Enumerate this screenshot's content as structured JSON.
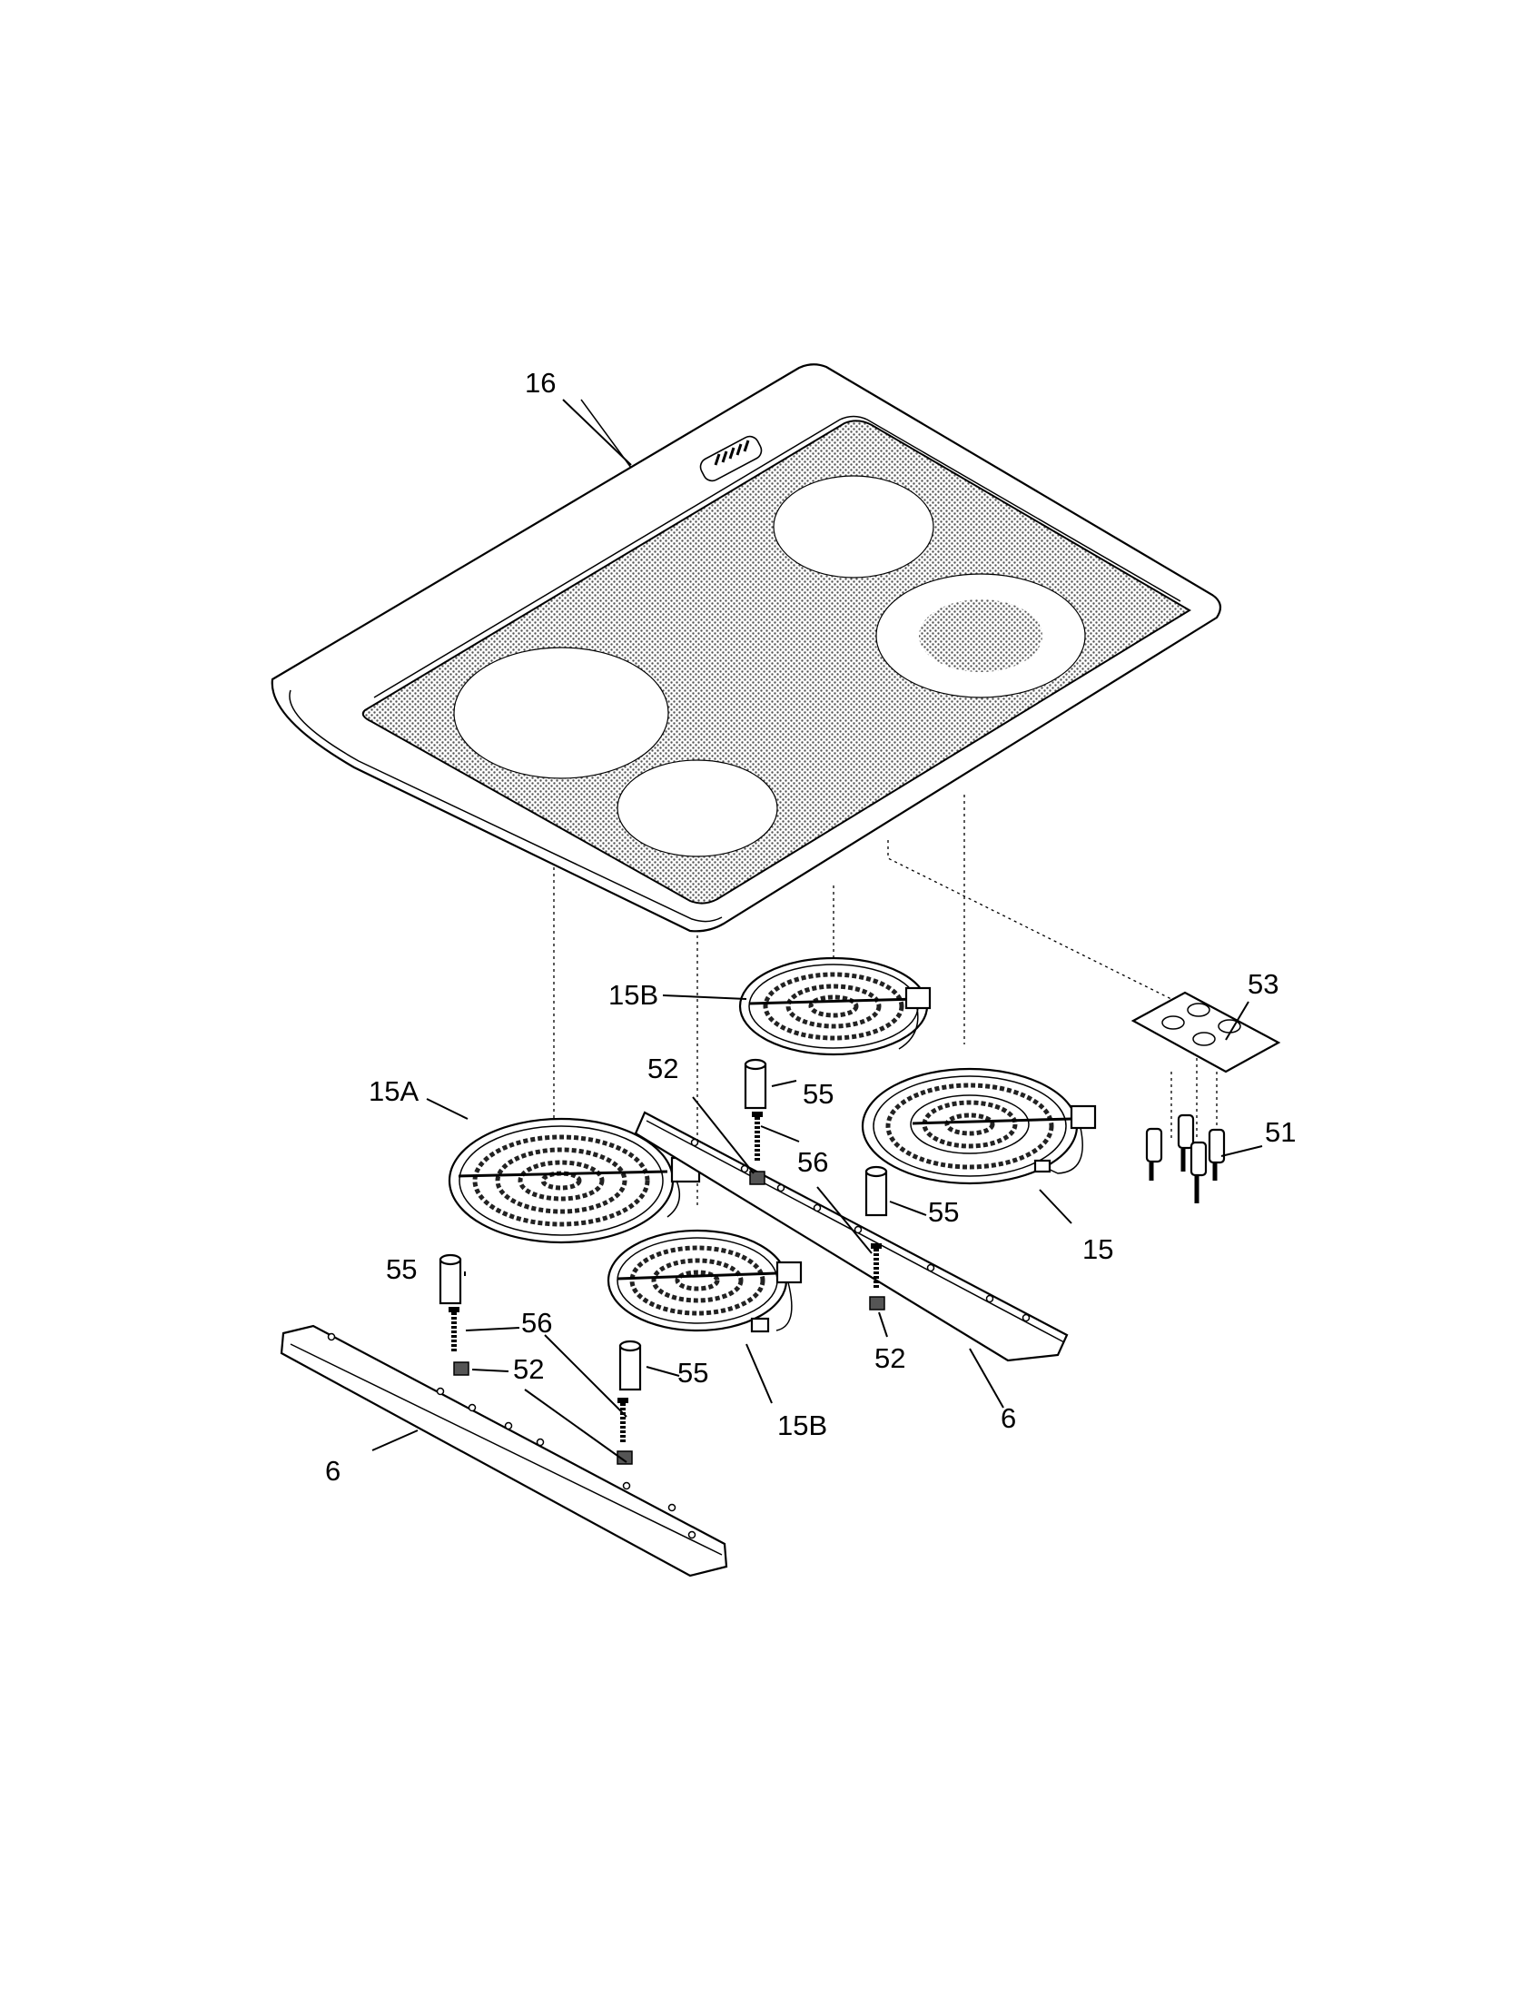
{
  "labels": {
    "cooktop": "16",
    "element_rear_left": "15B",
    "element_front_left_large": "15A",
    "element_right_dual": "15",
    "element_front_small": "15B",
    "bracket_left": "6",
    "bracket_right": "6",
    "switch_plate": "53",
    "indicator_lights": "51",
    "spacer_a": "55",
    "spacer_b": "55",
    "spacer_c": "55",
    "spacer_d": "55",
    "screw_a": "56",
    "screw_b": "56",
    "nut_a": "52",
    "nut_b": "52",
    "nut_c": "52"
  }
}
